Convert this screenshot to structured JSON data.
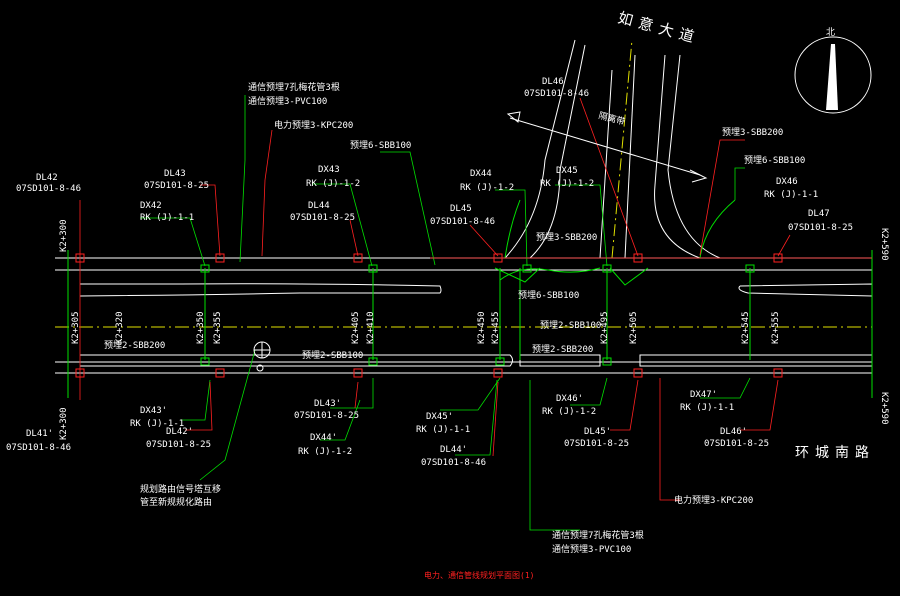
{
  "drawing": {
    "road_name_top": "如意大道",
    "road_name_right": "环城南路",
    "north_label": "北",
    "median_label": "隔离带",
    "title": "电力、通信管线规划平面图(1)"
  },
  "left_end": {
    "dl": "DL42",
    "code": "07SD101-8-46",
    "dl2": "DL41'",
    "code2": "07SD101-8-46"
  },
  "stations": {
    "k2300": "K2+300",
    "k2305": "K2+305",
    "k2320": "K2+320",
    "k2350": "K2+350",
    "k2355": "K2+355",
    "k2405": "K2+405",
    "k2410": "K2+410",
    "k2450": "K2+450",
    "k2455": "K2+455",
    "k2495": "K2+495",
    "k2505": "K2+505",
    "k2545": "K2+545",
    "k2555": "K2+555",
    "k2590": "K2+590"
  },
  "top_labels": {
    "dl43": "DL43",
    "dl43_code": "07SD101-8-25",
    "dx42": "DX42",
    "dx42_code": "RK (J)-1-1",
    "tel7_a": "通信预埋7孔梅花管3根",
    "tel7_b": "通信预埋3-PVC100",
    "pwr3": "电力预埋3-KPC200",
    "dx43": "DX43",
    "dx43_code": "RK (J)-1-2",
    "dl44": "DL44",
    "dl44_code": "07SD101-8-25",
    "pre6a": "预埋6-SBB100",
    "dl45": "DL45",
    "dl45_code": "07SD101-8-46",
    "dx44": "DX44",
    "dx44_code": "RK (J)-1-2",
    "dx45": "DX45",
    "dx45_code": "RK (J)-1-2",
    "dl46": "DL46",
    "dl46_code": "07SD101-8-46",
    "pre3a": "预埋3-SBB200",
    "pre6b": "预埋6-SBB100",
    "dx46": "DX46",
    "dx46_code": "RK (J)-1-1",
    "dl47": "DL47",
    "dl47_code": "07SD101-8-25",
    "pre3b": "预埋3-SBB200",
    "pre6c": "预埋6-SBB100"
  },
  "mid_labels": {
    "pre2a": "预埋2-SBB200",
    "pre2b": "预埋2-SBB100",
    "pre2c": "预埋2-SBB100",
    "pre2d": "预埋2-SBB200"
  },
  "bottom_labels": {
    "dx43p": "DX43'",
    "dx43p_code": "RK (J)-1-1",
    "dl42p": "DL42'",
    "dl42p_code": "07SD101-8-25",
    "dl43p": "DL43'",
    "dl43p_code": "07SD101-8-25",
    "dx44p": "DX44'",
    "dx44p_code": "RK (J)-1-2",
    "dx45p": "DX45'",
    "dx45p_code": "RK (J)-1-1",
    "dl44p": "DL44'",
    "dl44p_code": "07SD101-8-46",
    "dx46p": "DX46'",
    "dx46p_code": "RK (J)-1-2",
    "dl45p": "DL45'",
    "dl45p_code": "07SD101-8-25",
    "dx47p": "DX47'",
    "dx47p_code": "RK (J)-1-1",
    "dl46p": "DL46'",
    "dl46p_code": "07SD101-8-25",
    "pwr3b": "电力预埋3-KPC200",
    "tel7b_a": "通信预埋7孔梅花管3根",
    "tel7b_b": "通信预埋3-PVC100",
    "note_a": "规划路由信号塔互移",
    "note_b": "管至新规规化路由"
  },
  "colors": {
    "road": "#ffffff",
    "green": "#00e000",
    "red": "#ff2020",
    "center": "#e0e000"
  }
}
